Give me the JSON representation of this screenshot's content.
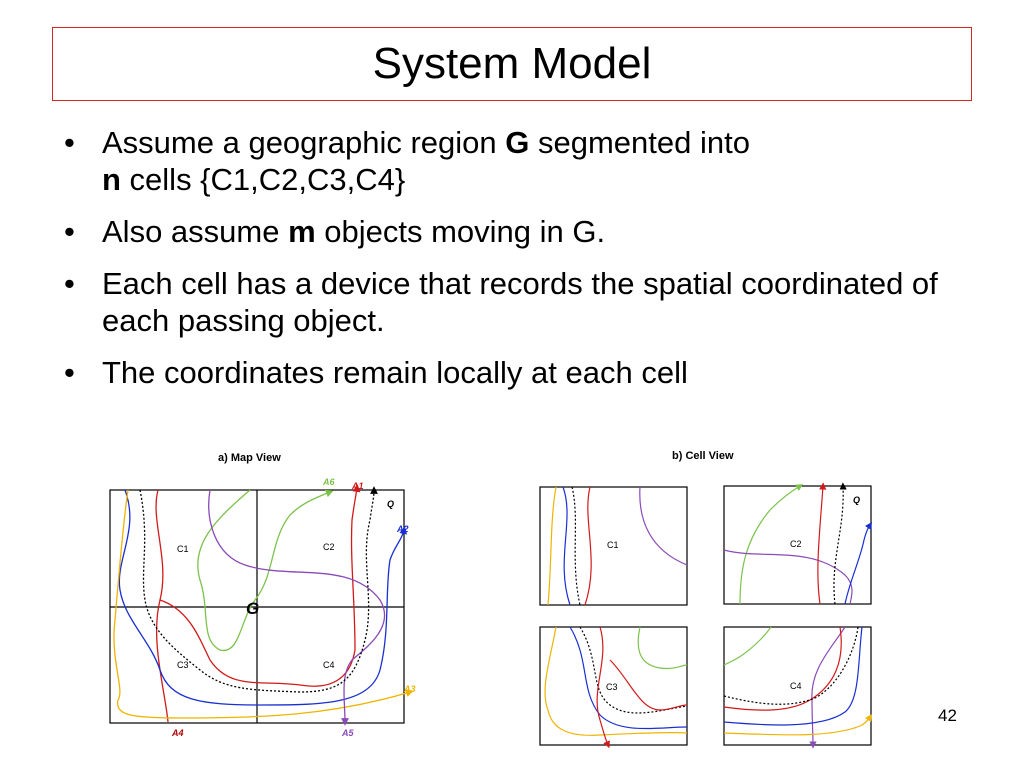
{
  "title": "System Model",
  "bullets": [
    {
      "parts": [
        "Assume a geographic region ",
        "G",
        " segmented  into ",
        "n",
        " cells {C1,C2,C3,C4}"
      ]
    },
    {
      "parts": [
        "Also assume ",
        "m",
        " objects moving in G."
      ]
    },
    {
      "parts": [
        "Each cell has a device that records the spatial coordinated of each passing object."
      ]
    },
    {
      "parts": [
        "The coordinates remain locally at each cell"
      ]
    }
  ],
  "figure": {
    "map_view_label": "a) Map View",
    "cell_view_label": "b) Cell View",
    "region_label": "G",
    "cells": [
      "C1",
      "C2",
      "C3",
      "C4"
    ],
    "objects": {
      "a1": "A1",
      "a2": "A2",
      "a3": "A3",
      "a4": "A4",
      "a5": "A5",
      "a6": "A6",
      "q": "Q"
    },
    "colors": {
      "a1": "#d21a1a",
      "a2": "#1a2fd2",
      "a3": "#f0b400",
      "a4": "#b00000",
      "a5": "#8a4ab8",
      "a6": "#7cc24a",
      "q": "#000000"
    }
  },
  "page_number": "42"
}
